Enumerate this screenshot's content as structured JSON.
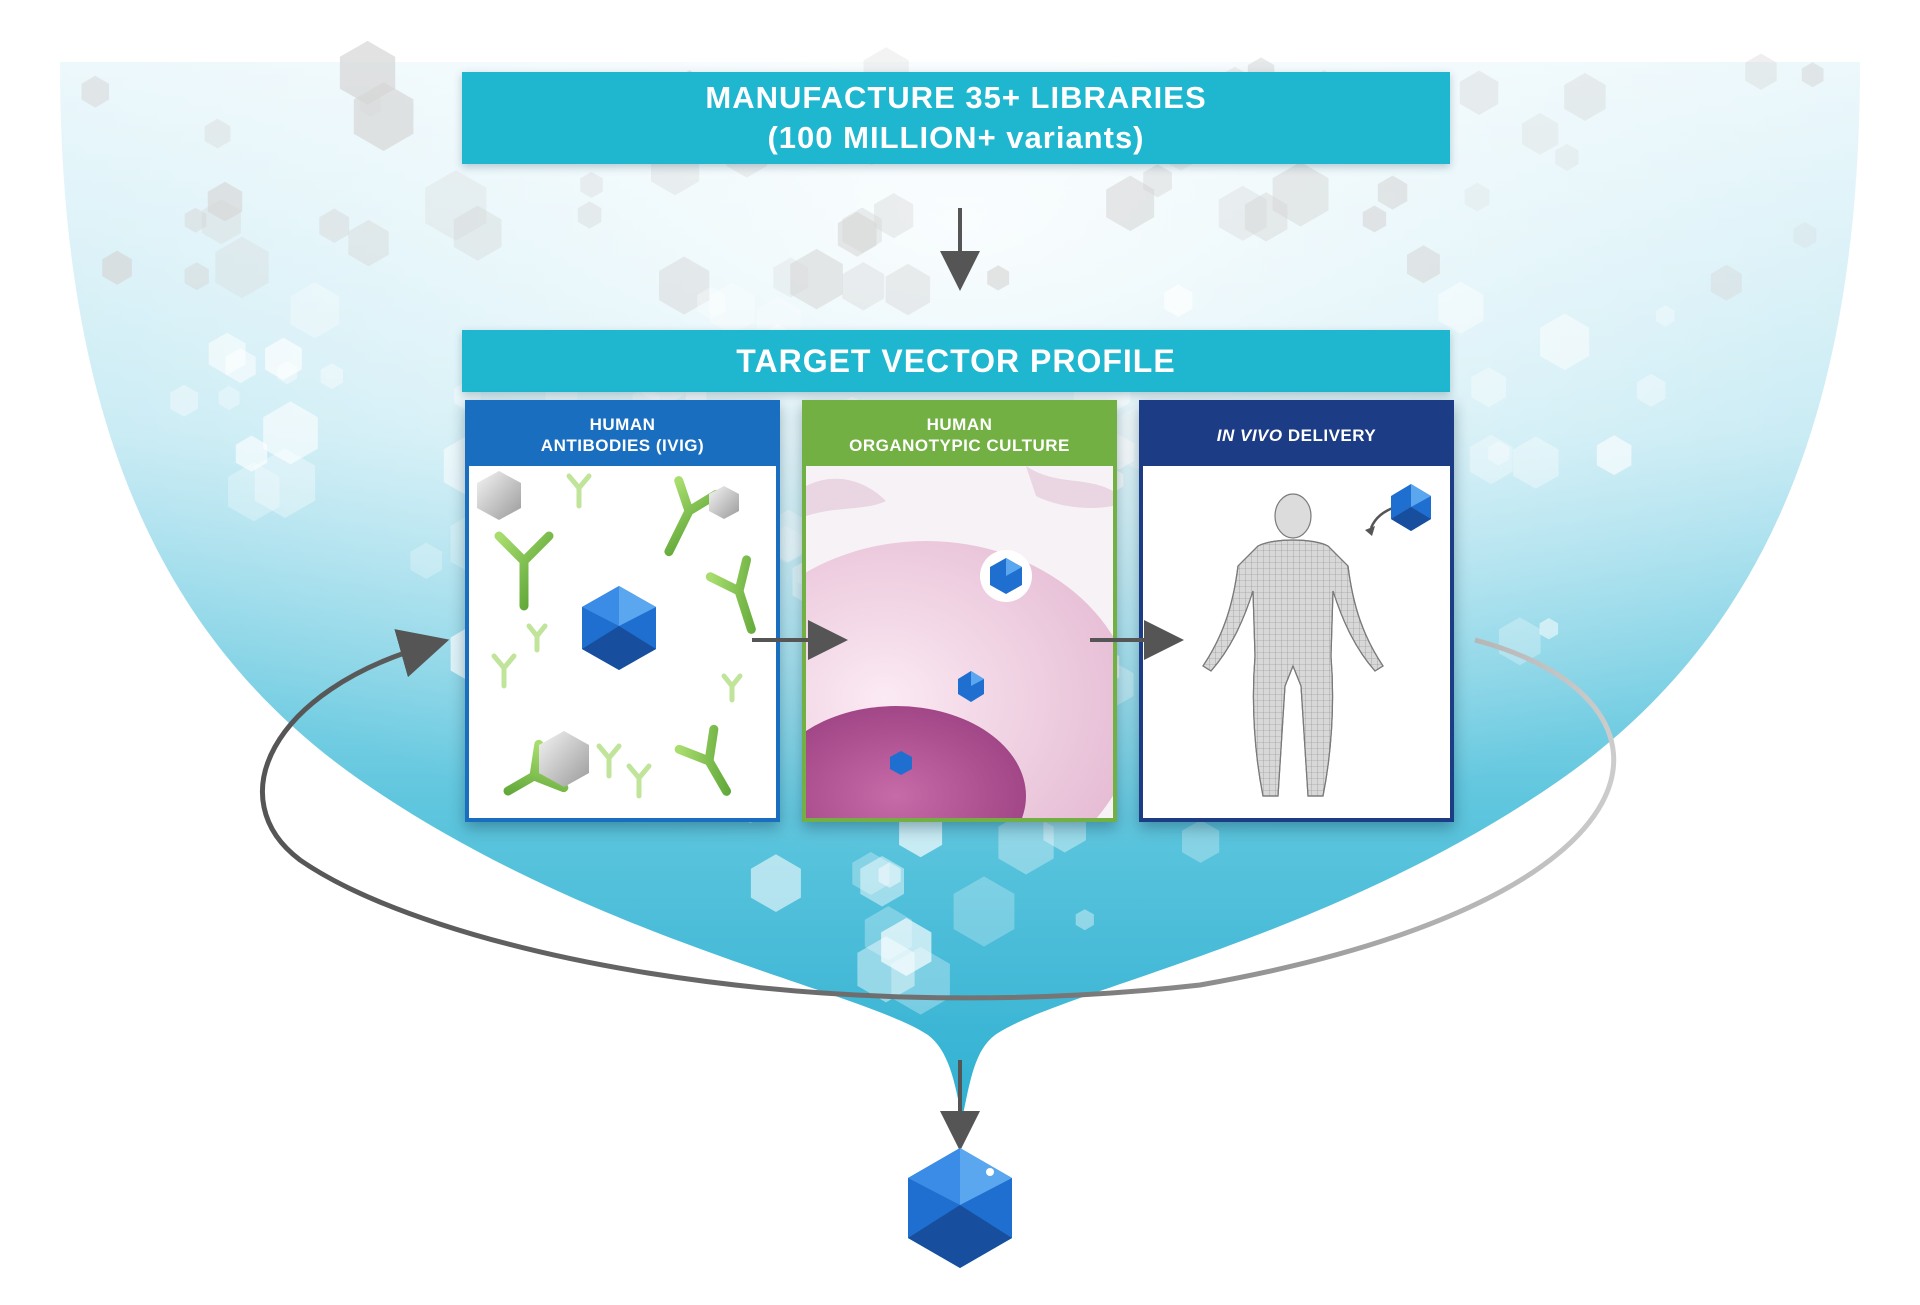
{
  "banner_top": {
    "line1": "MANUFACTURE 35+ LIBRARIES",
    "line2": "(100 MILLION+ variants)"
  },
  "banner_mid": {
    "label": "TARGET VECTOR PROFILE"
  },
  "panels": [
    {
      "line1": "HUMAN",
      "line2": "ANTIBODIES (IVIG)",
      "color": "#1a6ec0"
    },
    {
      "line1": "HUMAN",
      "line2": "ORGANOTYPIC CULTURE",
      "color": "#72b043"
    },
    {
      "italic": "IN VIVO",
      "rest": " DELIVERY",
      "color": "#1c3d85"
    }
  ],
  "colors": {
    "banner": "#1fb6cf",
    "capsid": "#1f6fd0",
    "funnel": "#3fb8d6",
    "arrow": "#555555"
  }
}
